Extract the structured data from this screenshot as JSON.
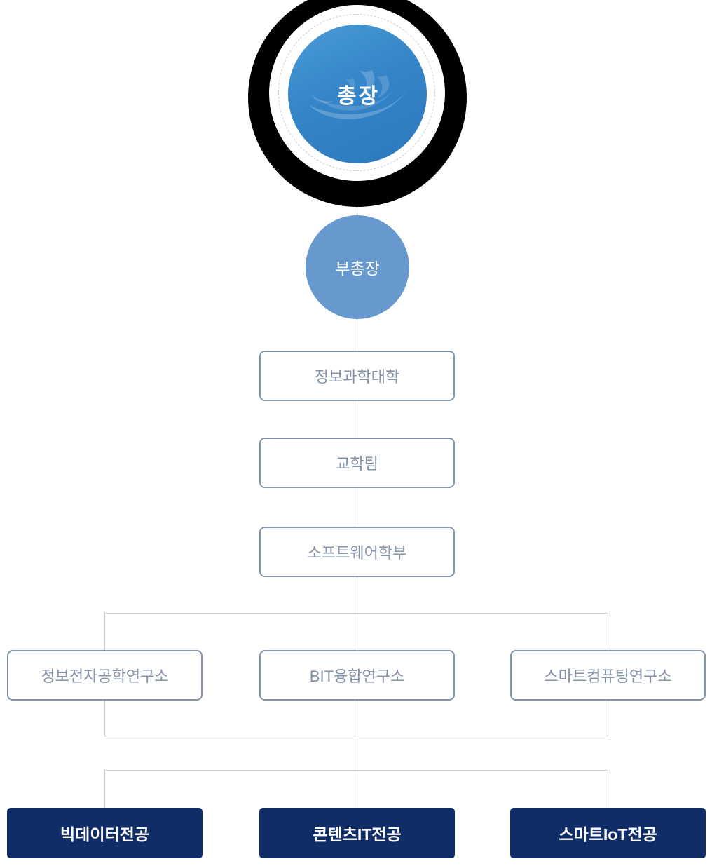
{
  "colors": {
    "president_ring": "#000000",
    "president_gradient_start": "#4a9cd6",
    "president_gradient_end": "#2d78bc",
    "vice_circle_bg": "#6899ce",
    "node_border": "#8495ac",
    "node_text": "#8492a9",
    "major_bg": "#102d68",
    "major_text": "#ffffff",
    "connector": "#c9cbce"
  },
  "org_chart": {
    "president": {
      "label": "총장"
    },
    "vice_president": {
      "label": "부총장"
    },
    "chain": [
      {
        "label": "정보과학대학"
      },
      {
        "label": "교학팀"
      },
      {
        "label": "소프트웨어학부"
      }
    ],
    "research_institutes": [
      {
        "label": "정보전자공학연구소"
      },
      {
        "label": "BIT융합연구소"
      },
      {
        "label": "스마트컴퓨팅연구소"
      }
    ],
    "majors": [
      {
        "label": "빅데이터전공"
      },
      {
        "label": "콘텐츠IT전공"
      },
      {
        "label": "스마트IoT전공"
      }
    ]
  }
}
